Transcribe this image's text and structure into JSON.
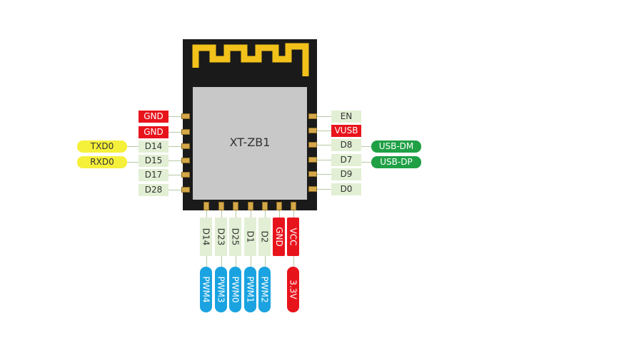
{
  "chip": {
    "label": "XT-ZB1"
  },
  "colors": {
    "board": "#1a1a1a",
    "shield": "#c8c8c8",
    "antenna": "#f2c21b",
    "pin_tag": "#e2efd4",
    "power": "#e8141c",
    "uart": "#f5f03a",
    "usb": "#1fa045",
    "pwm": "#1aa3e0"
  },
  "left_pins": [
    "GND",
    "GND",
    "D14",
    "D15",
    "D17",
    "D28"
  ],
  "left_functions": {
    "txd": "TXD0",
    "rxd": "RXD0"
  },
  "right_pins": [
    "EN",
    "VUSB",
    "D8",
    "D7",
    "D9",
    "D0"
  ],
  "right_functions": {
    "usb_dm": "USB-DM",
    "usb_dp": "USB-DP"
  },
  "bottom_pins": [
    "D14",
    "D23",
    "D25",
    "D1",
    "D2",
    "GND",
    "VCC"
  ],
  "bottom_functions": [
    "PWM4",
    "PWM3",
    "PWM0",
    "PWM1",
    "PWM2",
    "3.3V"
  ]
}
